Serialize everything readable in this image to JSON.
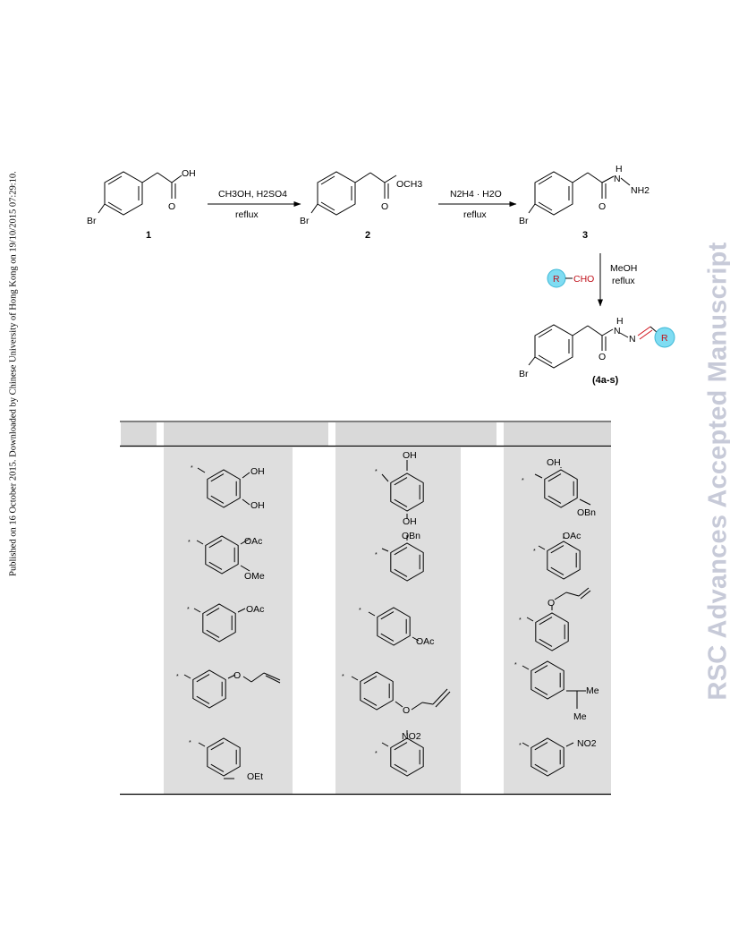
{
  "side_note": "Published on 16 October 2015. Downloaded by Chinese University of Hong Kong on 19/10/2015 07:29:10.",
  "watermark": "RSC Advances Accepted Manuscript",
  "scheme": {
    "compound_labels": [
      "1",
      "2",
      "3",
      "(4a-s)"
    ],
    "atom_labels": {
      "bromine": "Br",
      "carbonyl_oxygen": "O",
      "hydroxyl": "OH",
      "methyl_ester": "OCH3",
      "hydrazide_nh": "H",
      "nitrogen": "N",
      "amino": "NH2"
    },
    "step1": {
      "reagents": "CH3OH, H2SO4",
      "condition": "reflux"
    },
    "step2": {
      "reagents": "N2H4 · H2O",
      "condition": "reflux"
    },
    "step3": {
      "reagent_group": "R",
      "reagent_suffix": "CHO",
      "solvent": "MeOH",
      "condition": "reflux"
    },
    "colors": {
      "r_circle": "#7fdcf2",
      "r_text": "#c0101a",
      "double_bond": "#d0101a"
    }
  },
  "table": {
    "header_cells": [
      "",
      "",
      "",
      "",
      "",
      ""
    ],
    "attachment_mark": "*",
    "substituents": [
      [
        "OH",
        "OH"
      ],
      [
        "OH",
        "OH"
      ],
      [
        "OH",
        "OBn"
      ],
      [
        "OAc",
        "OMe"
      ],
      [
        "OBn"
      ],
      [
        "OAc"
      ],
      [
        "OAc"
      ],
      [
        "OAc"
      ],
      [
        "O"
      ],
      [
        "O"
      ],
      [
        "O"
      ],
      [
        "Me",
        "Me"
      ],
      [
        "OEt"
      ],
      [
        "NO2"
      ],
      [
        "NO2"
      ]
    ]
  }
}
